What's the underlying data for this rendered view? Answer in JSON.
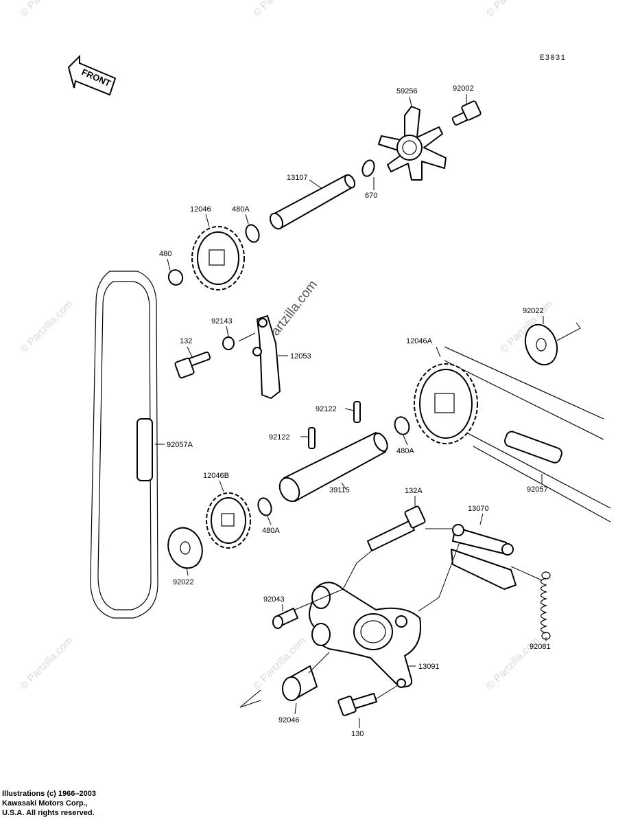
{
  "diagram_code": "E3031",
  "front_label": "FRONT",
  "watermark_text": "© Partzilla.com",
  "watermark_center": "Partzilla.com",
  "copyright": {
    "line1": "Illustrations (c) 1966–2003",
    "line2": "Kawasaki Motors Corp.,",
    "line3": "U.S.A.  All rights reserved."
  },
  "parts": {
    "p59256": "59256",
    "p92002": "92002",
    "p13107": "13107",
    "p670": "670",
    "p12046": "12046",
    "p480A_top": "480A",
    "p480": "480",
    "p92143": "92143",
    "p132": "132",
    "p12053": "12053",
    "p92022_right": "92022",
    "p12046A": "12046A",
    "p92122_top": "92122",
    "p92122_mid": "92122",
    "p92057A": "92057A",
    "p480A_mid": "480A",
    "p39115": "39115",
    "p92057": "92057",
    "p12046B": "12046B",
    "p480A_low": "480A",
    "p132A": "132A",
    "p13070": "13070",
    "p92022_left": "92022",
    "p92043": "92043",
    "p92081": "92081",
    "p13091": "13091",
    "p92046": "92046",
    "p130": "130"
  }
}
